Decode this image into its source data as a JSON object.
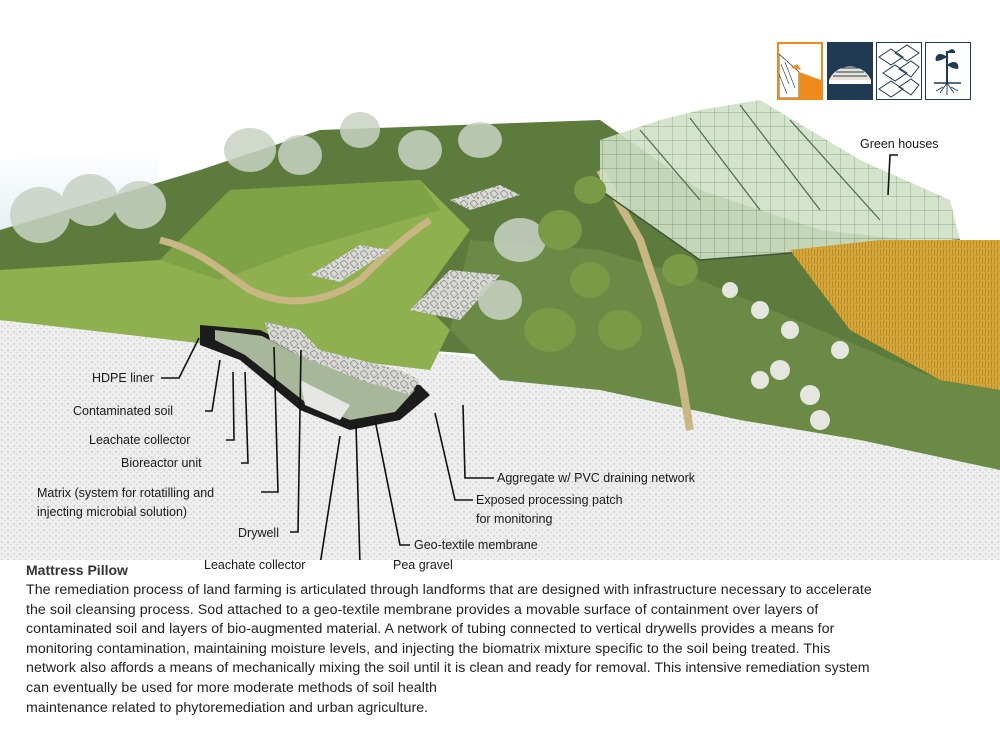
{
  "labels": {
    "green_houses": "Green houses",
    "hdpe_liner": "HDPE liner",
    "contaminated_soil": "Contaminated soil",
    "leachate_collector_1": "Leachate collector",
    "bioreactor_unit": "Bioreactor unit",
    "matrix_line1": "Matrix (system for rotatilling and",
    "matrix_line2": "injecting microbial solution)",
    "drywell": "Drywell",
    "leachate_collector_2": "Leachate collector",
    "pea_gravel": "Pea gravel",
    "geo_textile": "Geo-textile membrane",
    "aggregate": "Aggregate w/ PVC draining network",
    "exposed_line1": "Exposed processing  patch",
    "exposed_line2": "for monitoring"
  },
  "icons": [
    "landform-slope-icon",
    "mound-icon",
    "tiles-icon",
    "plant-roots-icon"
  ],
  "colors": {
    "accent_orange": "#f08a1d",
    "navy": "#1f3a52"
  },
  "caption": {
    "title": "Mattress Pillow",
    "lines": [
      "The remediation process of land farming is articulated through landforms that are designed with infrastructure necessary to accelerate",
      "the soil cleansing process. Sod attached to a geo-textile membrane provides a movable surface of containment over layers of",
      "contaminated soil and layers of bio-augmented material.  A network of tubing connected to vertical drywells provides a means for",
      "monitoring contamination, maintaining moisture levels, and injecting the biomatrix mixture specific to the soil being treated.  This",
      "network also affords a means of mechanically mixing the soil until it is clean and ready for removal. This intensive remediation system",
      "can eventually be used for more moderate methods of soil health",
      "maintenance related to phytoremediation and urban agriculture."
    ]
  }
}
